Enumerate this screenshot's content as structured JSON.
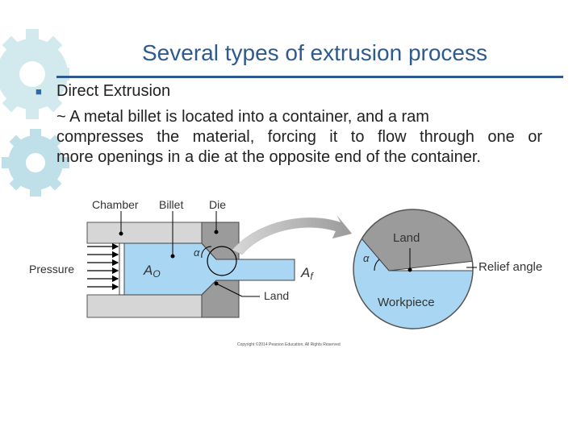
{
  "slide": {
    "title": "Several types of extrusion process",
    "bullet_heading": "Direct Extrusion",
    "body_lines": [
      "~ A metal billet is located into a container, and a ram",
      "compresses the material, forcing it to flow through one or",
      "more openings in a die at the opposite end of the container."
    ]
  },
  "diagram": {
    "labels": {
      "chamber": "Chamber",
      "billet": "Billet",
      "die": "Die",
      "pressure": "Pressure",
      "area_in_main": "A",
      "area_in_sub": "O",
      "area_out_main": "A",
      "area_out_sub": "f",
      "land_left": "Land",
      "land_detail": "Land",
      "alpha_left": "α",
      "alpha_right": "α",
      "relief_angle": "Relief angle",
      "workpiece": "Workpiece",
      "copyright": "Copyright ©2014 Pearson Education, All Rights Reserved"
    }
  },
  "colors": {
    "title": "#2f5a8f",
    "bullet": "#2f6aa8",
    "metal_blue": "#a9d6f2",
    "tool_gray": "#9b9b9b",
    "chamber_gray": "#d6d6d6",
    "gear_deco": "#c8e3ea"
  }
}
